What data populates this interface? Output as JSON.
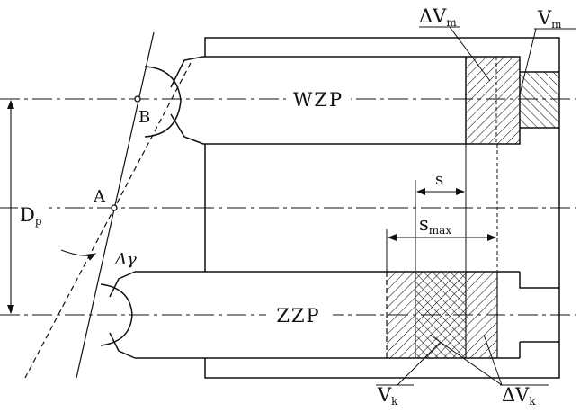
{
  "labels": {
    "dv_m_main": "ΔV",
    "dv_m_sub": "m",
    "v_m_main": "V",
    "v_m_sub": "m",
    "wzp": "WZP",
    "zzp": "ZZP",
    "point_b": "B",
    "point_a": "A",
    "dp_main": "D",
    "dp_sub": "p",
    "s": "s",
    "smax_main": "s",
    "smax_sub": "max",
    "delta_gamma": "Δγ",
    "v_k_main": "V",
    "v_k_sub": "k",
    "dv_k_main": "ΔV",
    "dv_k_sub": "k"
  },
  "colors": {
    "line": "#111111",
    "background": "#ffffff"
  }
}
